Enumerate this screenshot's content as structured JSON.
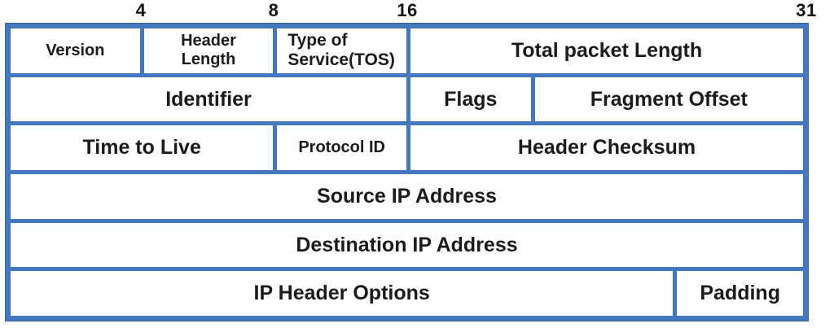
{
  "bit_ruler": {
    "markers": [
      {
        "label": "4"
      },
      {
        "label": "8"
      },
      {
        "label": "16"
      },
      {
        "label": "31"
      }
    ]
  },
  "fields": {
    "version": "Version",
    "header_length": "Header Length",
    "tos": "Type of Service(TOS)",
    "total_length": "Total packet Length",
    "identifier": "Identifier",
    "flags": "Flags",
    "fragment_offset": "Fragment Offset",
    "ttl": "Time to Live",
    "protocol_id": "Protocol ID",
    "header_checksum": "Header Checksum",
    "source_ip": "Source IP Address",
    "destination_ip": "Destination IP Address",
    "options": "IP Header Options",
    "padding": "Padding"
  },
  "colors": {
    "border_blue": "#4377be",
    "text": "#1b1b1b",
    "cell_background": "#ffffff"
  }
}
